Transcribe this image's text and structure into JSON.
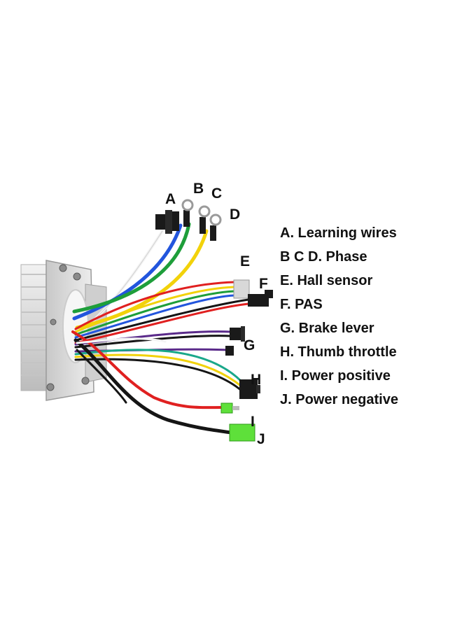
{
  "callouts": {
    "A": "A",
    "B": "B",
    "C": "C",
    "D": "D",
    "E": "E",
    "F": "F",
    "G": "G",
    "H": "H",
    "I": "I",
    "J": "J"
  },
  "legend": [
    "A. Learning wires",
    "B C D. Phase",
    "E. Hall sensor",
    "F. PAS",
    "G. Brake lever",
    "H. Thumb throttle",
    "I. Power positive",
    "J. Power negative"
  ],
  "colors": {
    "wire_blue": "#2255dd",
    "wire_green": "#1e9e3a",
    "wire_yellow": "#f2d20a",
    "wire_red": "#e02020",
    "wire_black": "#151515",
    "wire_purple": "#5a2a8a",
    "wire_teal": "#1aa88a",
    "wire_white": "#f4f4f4",
    "connector_green": "#5ee03a",
    "housing": "#dcdcdc"
  }
}
